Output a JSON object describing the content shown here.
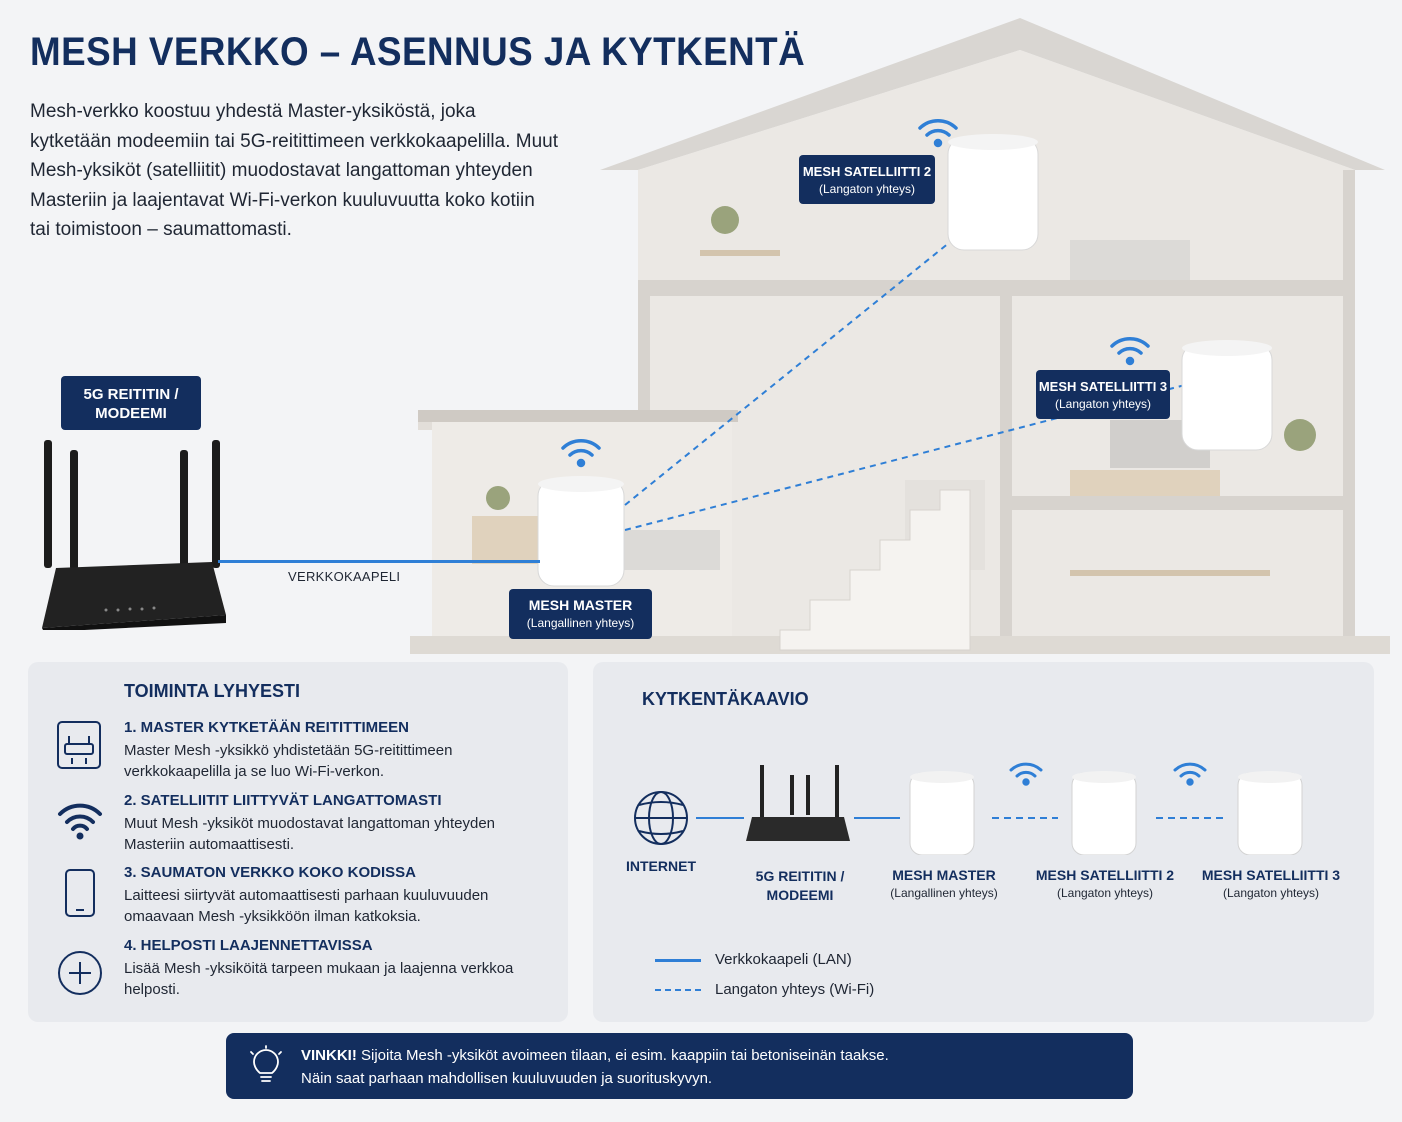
{
  "title": "MESH VERKKO – ASENNUS JA KYTKENTÄ",
  "intro": "Mesh-verkko koostuu yhdestä Master-yksiköstä, joka kytketään modeemiin tai 5G-reitittimeen verkkokaapelilla. Muut Mesh-yksiköt (satelliitit) muodostavat langattoman yhteyden Masteriin ja laajentavat Wi-Fi-verkon kuuluvuutta koko kotiin tai toimistoon – saumattomasti.",
  "router_label": {
    "line1": "5G REITITIN /",
    "line2": "MODEEMI"
  },
  "cable_label": "VERKKOKAAPELI",
  "house_labels": {
    "master": {
      "name": "MESH MASTER",
      "sub": "(Langallinen yhteys)"
    },
    "sat2": {
      "name": "MESH SATELLIITTI 2",
      "sub": "(Langaton yhteys)"
    },
    "sat3": {
      "name": "MESH SATELLIITTI 3",
      "sub": "(Langaton yhteys)"
    }
  },
  "summary": {
    "title": "TOIMINTA LYHYESTI",
    "steps": [
      {
        "title": "1. MASTER KYTKETÄÄN REITITTIMEEN",
        "text": "Master Mesh -yksikkö yhdistetään 5G-reitittimeen verkkokaapelilla ja se luo Wi-Fi-verkon.",
        "icon": "router-icon"
      },
      {
        "title": "2. SATELLIITIT LIITTYVÄT LANGATTOMASTI",
        "text": "Muut Mesh -yksiköt muodostavat langattoman yhteyden Masteriin automaattisesti.",
        "icon": "wifi-icon"
      },
      {
        "title": "3. SAUMATON VERKKO KOKO KODISSA",
        "text": "Laitteesi siirtyvät automaattisesti parhaan kuuluvuuden omaavaan Mesh -yksikköön ilman katkoksia.",
        "icon": "smartphone-icon"
      },
      {
        "title": "4. HELPOSTI LAAJENNETTAVISSA",
        "text": "Lisää Mesh -yksiköitä tarpeen mukaan ja laajenna verkkoa helposti.",
        "icon": "plus-circle-icon"
      }
    ]
  },
  "diagram": {
    "title": "KYTKENTÄKAAVIO",
    "nodes": [
      {
        "name": "INTERNET",
        "sub": ""
      },
      {
        "name": "5G REITITIN / MODEEMI",
        "sub": ""
      },
      {
        "name": "MESH MASTER",
        "sub": "(Langallinen yhteys)"
      },
      {
        "name": "MESH SATELLIITTI 2",
        "sub": "(Langaton yhteys)"
      },
      {
        "name": "MESH SATELLIITTI 3",
        "sub": "(Langaton yhteys)"
      }
    ],
    "legend": [
      {
        "label": "Verkkokaapeli (LAN)",
        "style": "solid"
      },
      {
        "label": "Langaton yhteys (Wi-Fi)",
        "style": "dashed"
      }
    ]
  },
  "tip": {
    "bold": "VINKKI!",
    "text1": "Sijoita Mesh -yksiköt avoimeen tilaan, ei esim. kaappiin tai betoniseinän taakse.",
    "text2": "Näin saat parhaan mahdollisen kuuluvuuden ja suorituskyvyn."
  },
  "colors": {
    "navy": "#132e5e",
    "accent_blue": "#2f7fd6",
    "panel_bg": "#e8eaee"
  }
}
